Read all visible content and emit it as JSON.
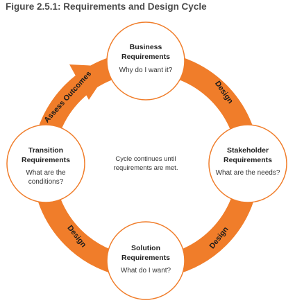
{
  "figure": {
    "title": "Figure 2.5.1: Requirements and Design Cycle"
  },
  "colors": {
    "ring": "#f07d2a",
    "circle_border": "#f07d2a",
    "circle_fill": "#ffffff"
  },
  "nodes": {
    "business": {
      "title_line1": "Business",
      "title_line2": "Requirements",
      "question": "Why do I want it?"
    },
    "stakeholder": {
      "title_line1": "Stakeholder",
      "title_line2": "Requirements",
      "question": "What are the needs?"
    },
    "solution": {
      "title_line1": "Solution",
      "title_line2": "Requirements",
      "question": "What do I want?"
    },
    "transition": {
      "title_line1": "Transition",
      "title_line2": "Requirements",
      "question_line1": "What are the",
      "question_line2": "conditions?"
    }
  },
  "center": {
    "line1": "Cycle continues until",
    "line2": "requirements are met."
  },
  "arc_labels": {
    "top_right": "Design",
    "bottom_right": "Design",
    "bottom_left": "Design",
    "top_left": "Assess Outcomes"
  }
}
